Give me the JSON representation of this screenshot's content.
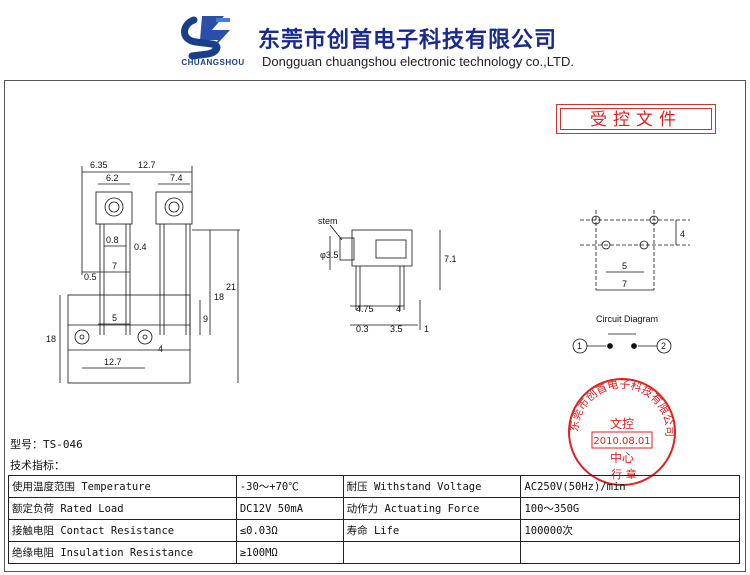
{
  "header": {
    "logo_text": "CHUANGSHOU",
    "company_cn": "东莞市创首电子科技有限公司",
    "company_en": "Dongguan chuangshou electronic technology co.,LTD."
  },
  "controlled_doc": "受控文件",
  "drawing": {
    "dims_top": [
      "6.35",
      "12.7",
      "6.2",
      "7.4",
      "0.8",
      "0.4",
      "0.5",
      "7",
      "5",
      "18",
      "21",
      "9",
      "18",
      "12.7",
      "4"
    ],
    "side_labels": [
      "stem",
      "φ3.5",
      "7.1",
      "4.75",
      "4",
      "0.3",
      "3.5",
      "1"
    ],
    "pad_labels": [
      "4",
      "5",
      "7"
    ],
    "circuit_title": "Circuit Diagram",
    "circuit_pins": [
      "1",
      "2"
    ]
  },
  "stamp": {
    "ring_text": "东莞市创首电子科技有限公司",
    "line1": "文控",
    "date": "2010.08.01",
    "line3": "中心",
    "bottom": "行 章"
  },
  "model_line": "型号：TS-046",
  "spec_title": "技术指标：",
  "specs": [
    [
      "使用温度范围 Temperature",
      "-30～+70℃",
      "耐压 Withstand Voltage",
      "AC250V(50Hz)/min"
    ],
    [
      "额定负荷 Rated Load",
      "DC12V 50mA",
      "动作力 Actuating Force",
      "100～350G"
    ],
    [
      "接触电阻 Contact Resistance",
      "≤0.03Ω",
      "寿命 Life",
      "100000次"
    ],
    [
      "绝缘电阻 Insulation Resistance",
      "≥100MΩ",
      "",
      ""
    ]
  ],
  "colors": {
    "brand_blue": "#1a3f8a",
    "stamp_red": "#d22",
    "line": "#111111"
  }
}
